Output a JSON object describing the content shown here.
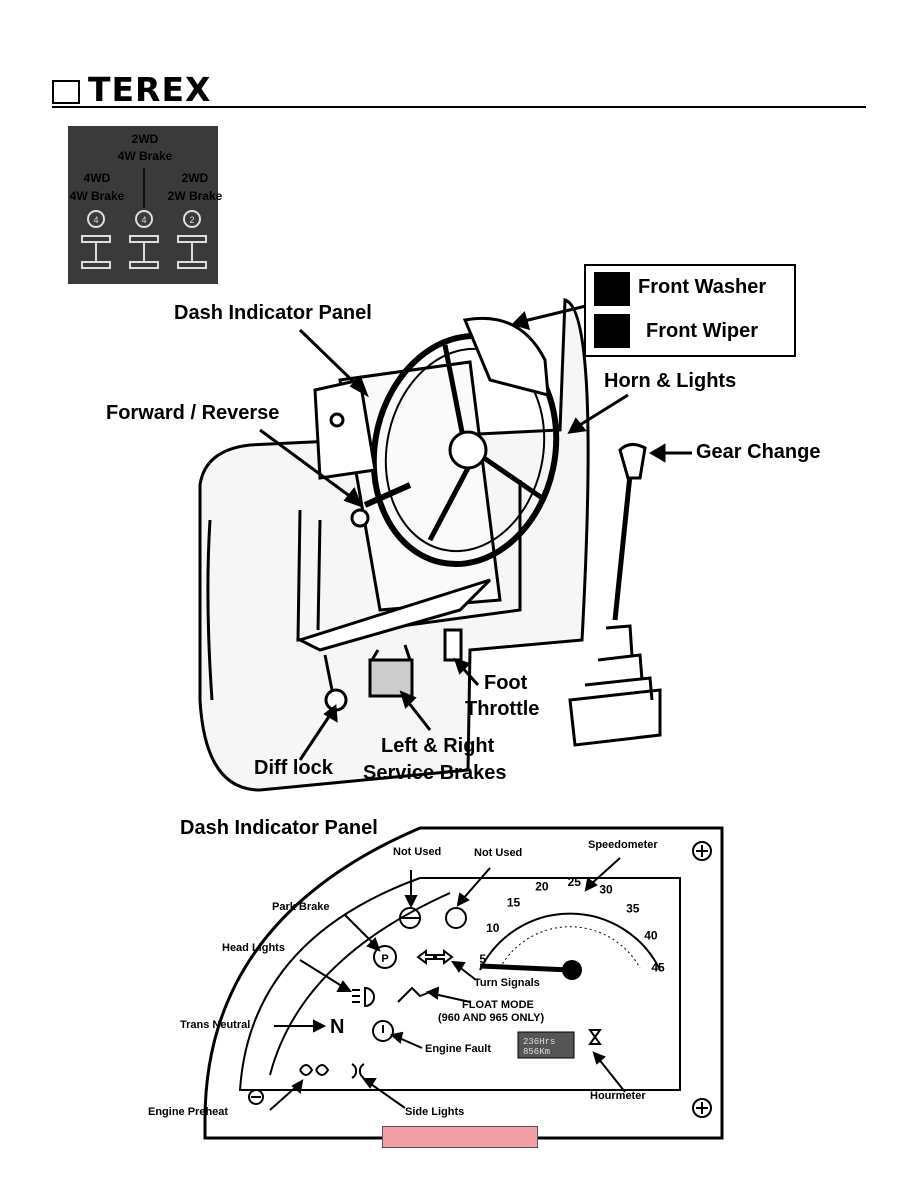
{
  "header": {
    "brand": "TEREX"
  },
  "drive_modes": [
    {
      "line1": "4WD",
      "line2": "4W Brake",
      "badge": "4"
    },
    {
      "line1": "2WD",
      "line2": "4W Brake",
      "badge": "4"
    },
    {
      "line1": "2WD",
      "line2": "2W Brake",
      "badge": "2"
    }
  ],
  "cab_labels": {
    "dash_indicator_panel": "Dash Indicator Panel",
    "front_washer": "Front Washer",
    "front_wiper": "Front Wiper",
    "horn_lights": "Horn & Lights",
    "forward_reverse": "Forward / Reverse",
    "gear_change": "Gear Change",
    "foot": "Foot",
    "throttle": "Throttle",
    "left_right": "Left & Right",
    "service_brakes": "Service Brakes",
    "diff_lock": "Diff lock"
  },
  "panel": {
    "title": "Dash Indicator Panel",
    "not_used_1": "Not Used",
    "not_used_2": "Not Used",
    "speedometer": "Speedometer",
    "park_brake": "Park Brake",
    "head_lights": "Head Lights",
    "turn_signals": "Turn Signals",
    "float_mode": "FLOAT MODE",
    "float_note": "(960 AND 965 ONLY)",
    "trans_neutral": "Trans Neutral",
    "neutral_symbol": "N",
    "engine_fault": "Engine Fault",
    "hourmeter": "Hourmeter",
    "engine_preheat": "Engine Preheat",
    "side_lights": "Side Lights",
    "odo_line1": "236Hrs",
    "odo_line2": "856Km",
    "park_symbol": "P",
    "speed_ticks": [
      "5",
      "10",
      "15",
      "20",
      "25",
      "30",
      "35",
      "40",
      "45"
    ]
  }
}
